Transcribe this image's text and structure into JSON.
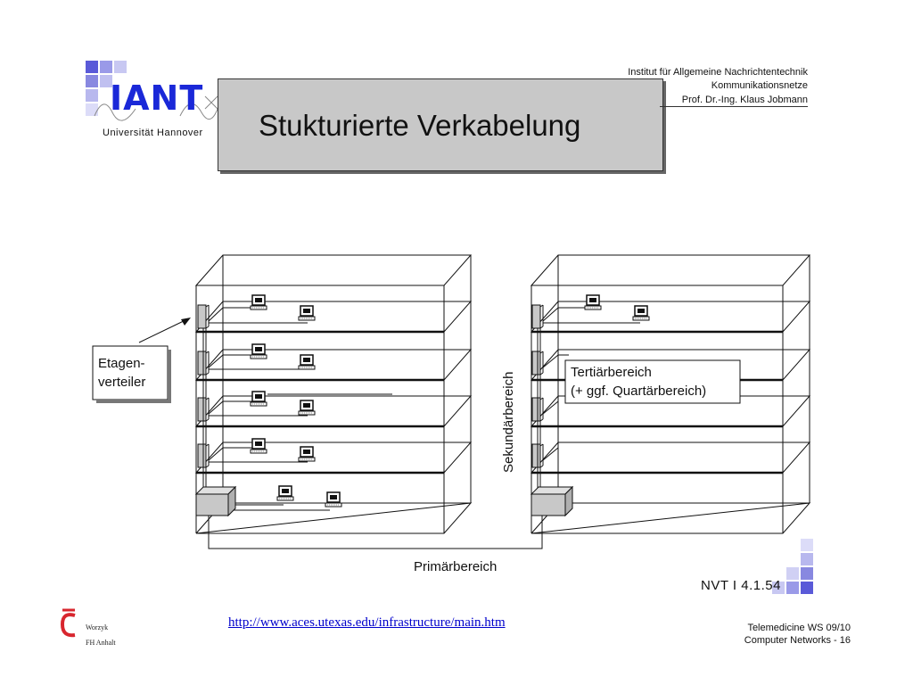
{
  "header": {
    "logo_text": "IANT",
    "logo_subtitle": "Universität Hannover",
    "title": "Stukturierte Verkabelung",
    "institute_lines": [
      "Institut für Allgemeine Nachrichtentechnik",
      "Kommunikationsnetze",
      "Prof. Dr.-Ing. Klaus Jobmann"
    ]
  },
  "diagram": {
    "floor_distributor_label_lines": [
      "Etagen-",
      "verteiler"
    ],
    "tertiary_label_lines": [
      "Tertiärbereich",
      "(+ ggf. Quartärbereich)"
    ],
    "secondary_label": "Sekundärbereich",
    "primary_label": "Primärbereich",
    "reference_code": "NVT I 4.1.54"
  },
  "footer": {
    "url": "http://www.aces.utexas.edu/infrastructure/main.htm",
    "author_lines": [
      "Worzyk",
      "FH Anhalt"
    ],
    "course_lines": [
      "Telemedicine WS 09/10",
      "Computer Networks - 16"
    ]
  },
  "colors": {
    "logo_blue": "#1a28d8",
    "title_box_gray": "#c8c8c8",
    "link_blue": "#0000cc"
  }
}
